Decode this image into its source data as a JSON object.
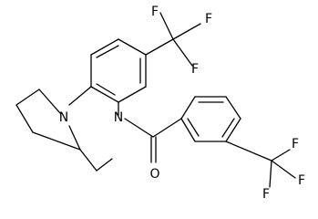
{
  "molecule": {
    "atoms": [
      {
        "id": "F1",
        "label": "F"
      },
      {
        "id": "F2",
        "label": "F"
      },
      {
        "id": "F3",
        "label": "F"
      },
      {
        "id": "N1",
        "label": "N"
      },
      {
        "id": "N2",
        "label": "N"
      },
      {
        "id": "O1",
        "label": "O"
      },
      {
        "id": "F4",
        "label": "F"
      },
      {
        "id": "F5",
        "label": "F"
      },
      {
        "id": "F6",
        "label": "F"
      }
    ]
  }
}
